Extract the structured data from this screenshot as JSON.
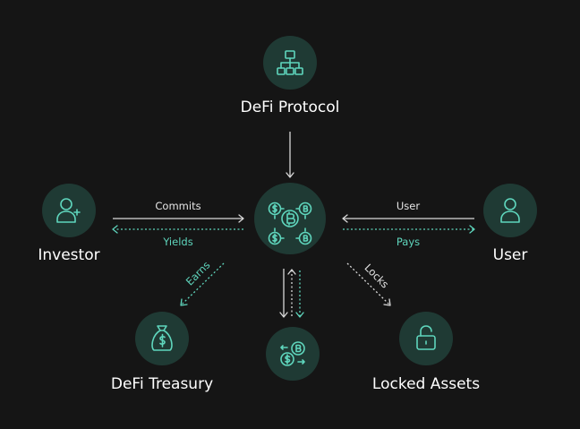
{
  "nodes": {
    "protocol": {
      "label": "DeFi Protocol",
      "icon": "hierarchy-icon"
    },
    "investor": {
      "label": "Investor",
      "icon": "user-add-icon"
    },
    "user": {
      "label": "User",
      "icon": "user-icon"
    },
    "hub": {
      "icon": "crypto-exchange-hub-icon"
    },
    "treasury": {
      "label": "DeFi Treasury",
      "icon": "money-bag-icon"
    },
    "locked": {
      "label": "Locked Assets",
      "icon": "padlock-icon"
    },
    "swap": {
      "icon": "coin-swap-icon"
    }
  },
  "edges": {
    "commits": "Commits",
    "yields": "Yields",
    "user_to_hub": "User",
    "pays": "Pays",
    "earns": "Earns",
    "locks": "Locks"
  },
  "colors": {
    "background": "#151515",
    "node_fill": "#1f3a34",
    "accent": "#5fd6bd",
    "text": "#ffffff"
  }
}
